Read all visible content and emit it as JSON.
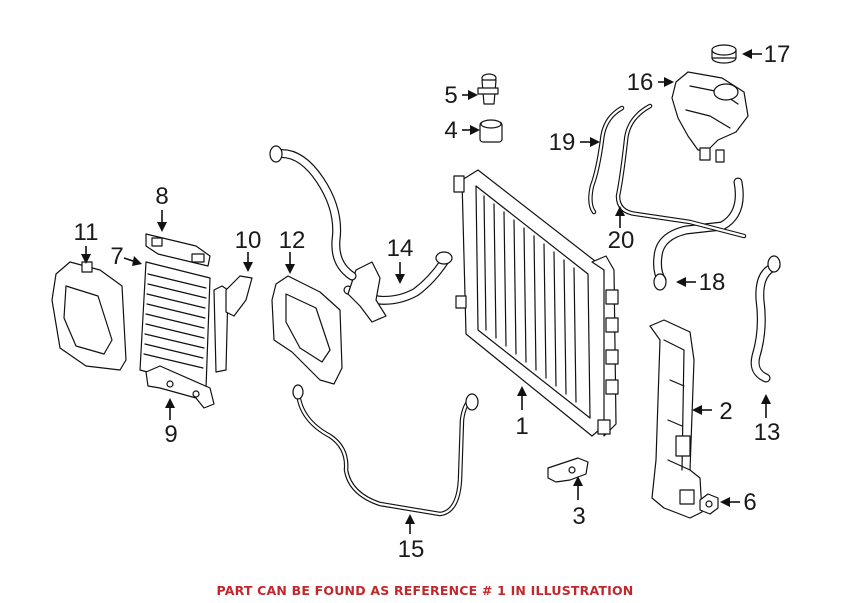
{
  "callouts": [
    {
      "id": "1",
      "label": "1"
    },
    {
      "id": "2",
      "label": "2"
    },
    {
      "id": "3",
      "label": "3"
    },
    {
      "id": "4",
      "label": "4"
    },
    {
      "id": "5",
      "label": "5"
    },
    {
      "id": "6",
      "label": "6"
    },
    {
      "id": "7",
      "label": "7"
    },
    {
      "id": "8",
      "label": "8"
    },
    {
      "id": "9",
      "label": "9"
    },
    {
      "id": "10",
      "label": "10"
    },
    {
      "id": "11",
      "label": "11"
    },
    {
      "id": "12",
      "label": "12"
    },
    {
      "id": "13",
      "label": "13"
    },
    {
      "id": "14",
      "label": "14"
    },
    {
      "id": "15",
      "label": "15"
    },
    {
      "id": "16",
      "label": "16"
    },
    {
      "id": "17",
      "label": "17"
    },
    {
      "id": "18",
      "label": "18"
    },
    {
      "id": "19",
      "label": "19"
    },
    {
      "id": "20",
      "label": "20"
    }
  ],
  "caption": "PART CAN BE FOUND AS REFERENCE # 1 IN ILLUSTRATION",
  "colors": {
    "caption": "#c0282d",
    "linework": "#111111",
    "background": "#ffffff"
  }
}
